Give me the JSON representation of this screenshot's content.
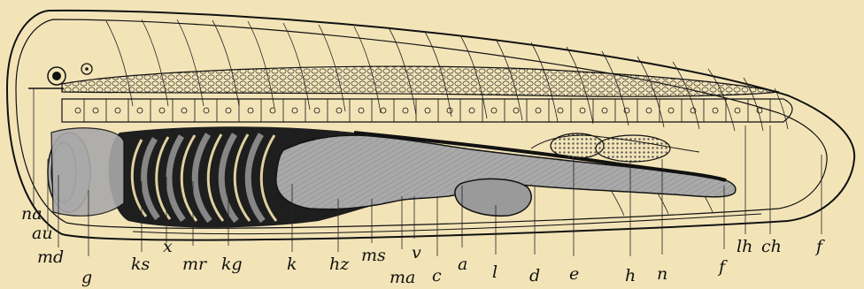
{
  "figure": {
    "labels": {
      "na": "na",
      "au": "au",
      "md": "md",
      "g": "g",
      "ks": "ks",
      "x": "x",
      "mr": "mr",
      "kg": "kg",
      "k": "k",
      "hz": "hz",
      "ms": "ms",
      "ma": "ma",
      "v": "v",
      "c": "c",
      "a": "a",
      "l": "l",
      "d": "d",
      "e": "e",
      "h": "h",
      "n": "n",
      "f_inner": "f",
      "lh": "lh",
      "ch": "ch",
      "f_outer": "f"
    },
    "colors": {
      "paper": "#f3e4b8",
      "ink": "#111111",
      "tissue": "#a9a9a9",
      "dark_cavity": "#1e1e1e"
    }
  }
}
